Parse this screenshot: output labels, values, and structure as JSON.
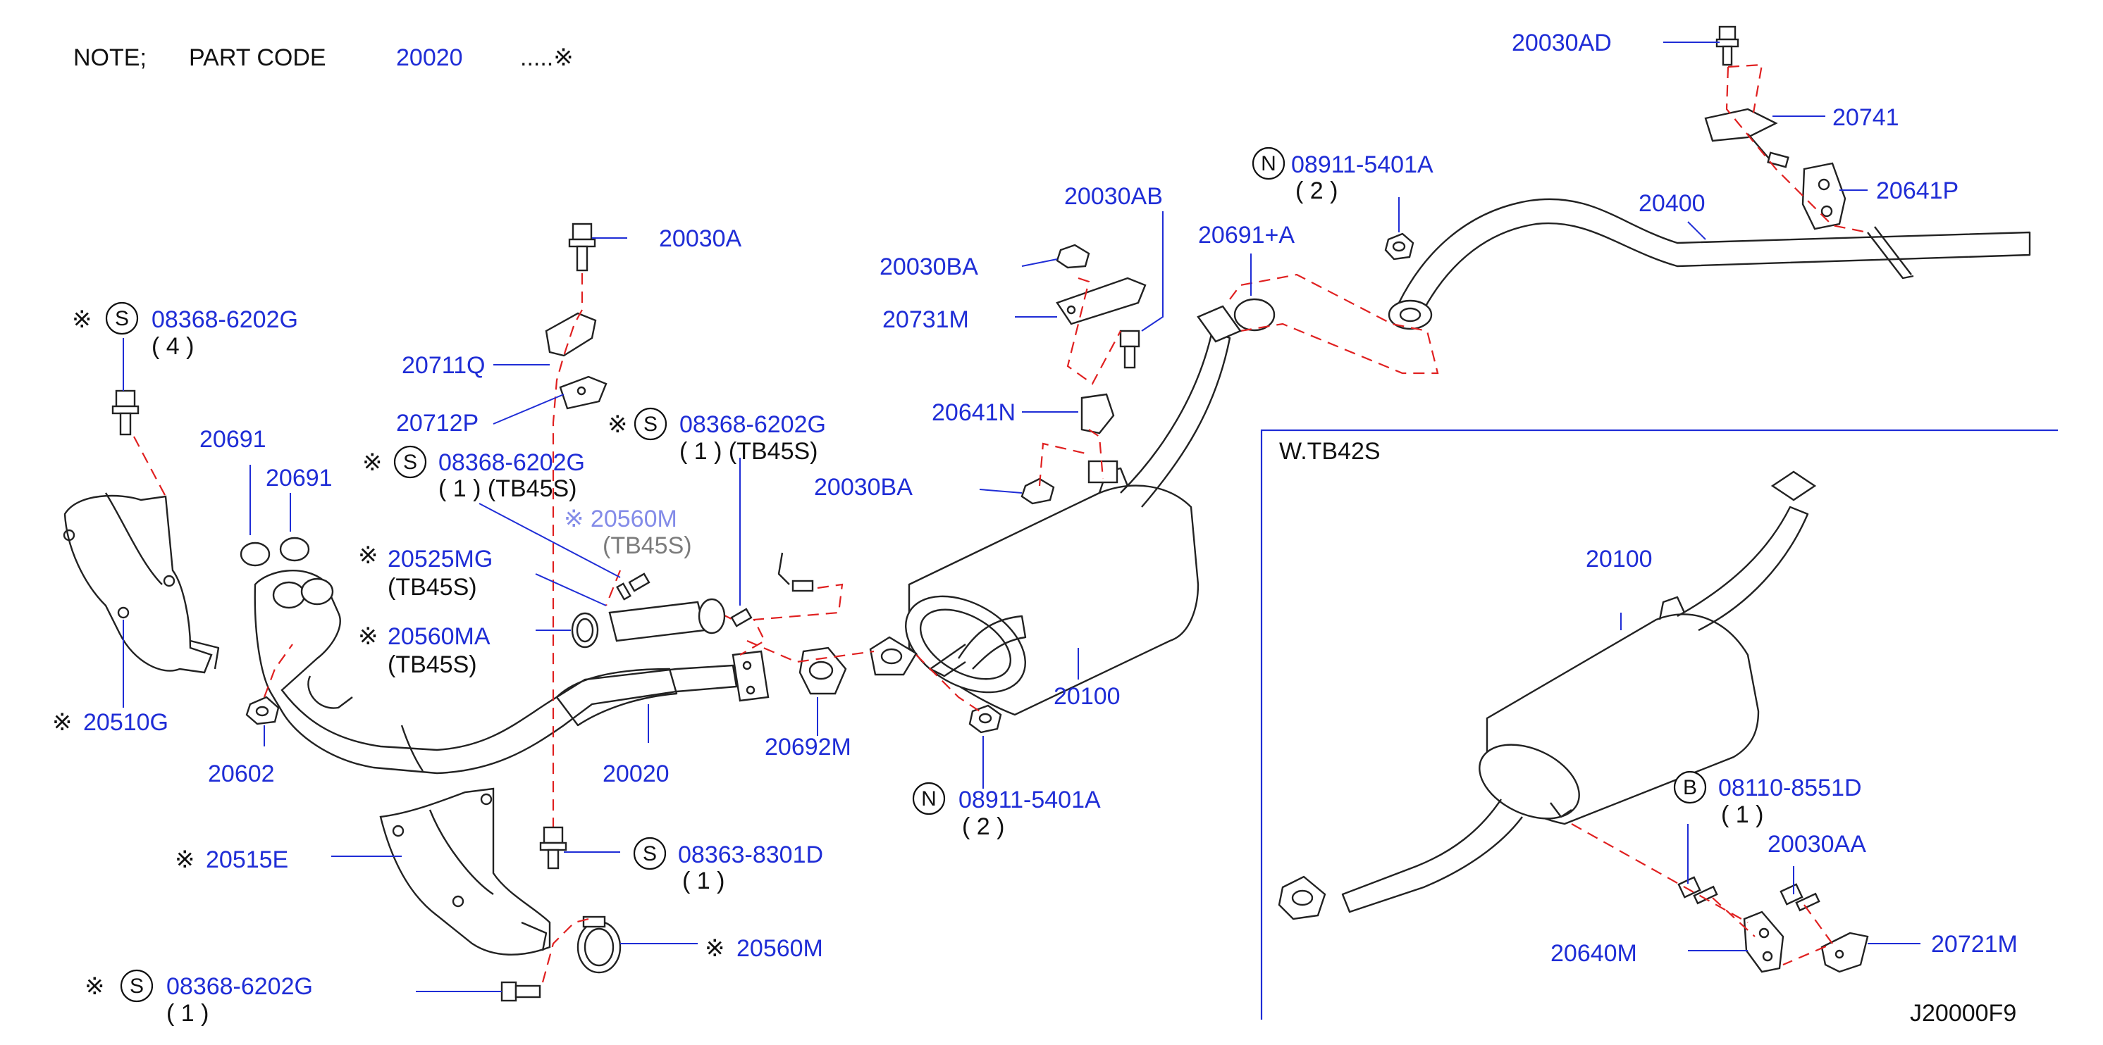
{
  "note": {
    "prefix": "NOTE;",
    "label": "PART  CODE",
    "code": "20020",
    "suffix": ".....※"
  },
  "labels": {
    "p20030AD": "20030AD",
    "p20741": "20741",
    "p20641P": "20641P",
    "p20400": "20400",
    "n089115401A_top": "08911-5401A",
    "qty2_top": "( 2 )",
    "p20030AB": "20030AB",
    "p20691A": "20691+A",
    "p20030BA_top": "20030BA",
    "p20731M": "20731M",
    "p20641N": "20641N",
    "p20030BA_mid": "20030BA",
    "p20030A": "20030A",
    "p20711Q": "20711Q",
    "p20712P": "20712P",
    "s083686202G_a": "08368-6202G",
    "qty1_tb_a": "( 1 ) (TB45S)",
    "s083686202G_b": "08368-6202G",
    "qty1_tb_b": "( 1 ) (TB45S)",
    "s083686202G_left": "08368-6202G",
    "qty4": "( 4 )",
    "p20691_a": "20691",
    "p20691_b": "20691",
    "p20560M_faded": "※ 20560M",
    "tb45s_faded": "(TB45S)",
    "p20525MG": "20525MG",
    "tb45s_1": "(TB45S)",
    "p20560MA": "20560MA",
    "tb45s_2": "(TB45S)",
    "p20510G": "20510G",
    "p20602": "20602",
    "p20020": "20020",
    "p20692M": "20692M",
    "p20100": "20100",
    "n089115401A_bot": "08911-5401A",
    "qty2_bot": "( 2 )",
    "p20515E": "20515E",
    "s083638301D": "08363-8301D",
    "qty1_s8301": "( 1 )",
    "p20560M": "20560M",
    "s083686202G_bot": "08368-6202G",
    "qty1_bot": "( 1 )",
    "wtb42s": "W.TB42S",
    "p20100_inset": "20100",
    "b081108551D": "08110-8551D",
    "qty1_b": "( 1 )",
    "p20030AA": "20030AA",
    "p20640M": "20640M",
    "p20721M": "20721M",
    "drawing_code": "J20000F9"
  },
  "symbols": {
    "star": "※",
    "S": "S",
    "N": "N",
    "B": "B"
  },
  "colors": {
    "part_number": "#1f2dd6",
    "dashed_line": "#e02020",
    "outline": "#222222"
  }
}
